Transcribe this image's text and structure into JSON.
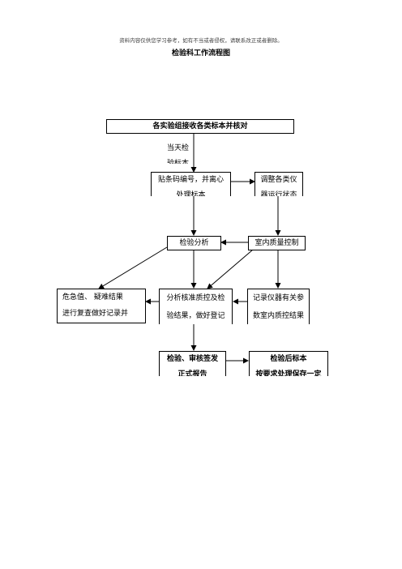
{
  "header": {
    "disclaimer": "资料内容仅供您学习参考，如有不当或者侵权，请联系改正或者删除。",
    "title": "检验科工作流程图"
  },
  "nodes": {
    "receive": "各实验组接收各类标本并核对",
    "same_day_line1": "当天检",
    "same_day_line2": "验标本",
    "barcode_line1": "贴条码编号，并离心",
    "barcode_line2": "处理标本",
    "adjust_line1": "调整各类仪",
    "adjust_line2": "器运行状态",
    "analysis": "检验分析",
    "qc": "室内质量控制",
    "critical_line1": "危急值、 疑难结果",
    "critical_line2": "进行复查做好记录并",
    "verify_line1": "分析核准质控及检",
    "verify_line2": "验结果，做好登记",
    "record_line1": "记录仪器有关参",
    "record_line2": "数室内质控结果",
    "review_line1": "检验、审核签发",
    "review_line2": "正式报告",
    "post_line1": "检验后标本",
    "post_line2": "按要求处理保存一定"
  }
}
